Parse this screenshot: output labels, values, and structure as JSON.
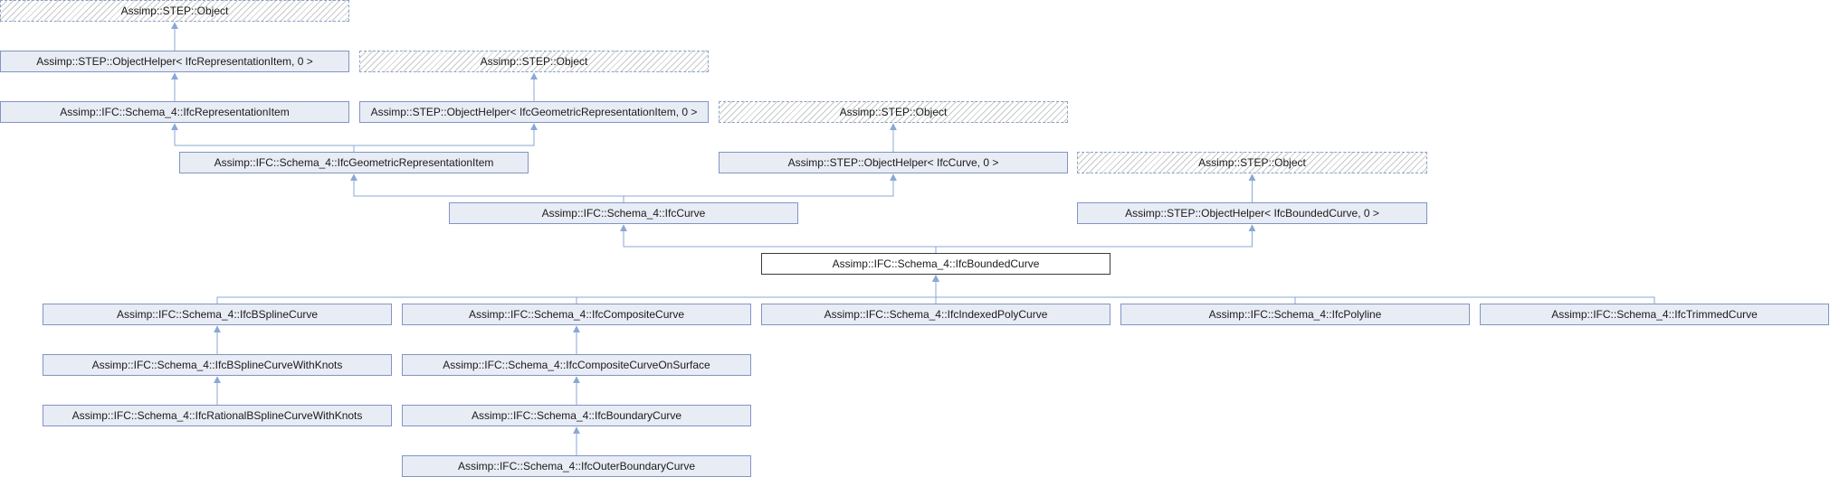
{
  "diagram": {
    "nodes": [
      {
        "id": "obj1",
        "label": "Assimp::STEP::Object",
        "kind": "external"
      },
      {
        "id": "ohRep",
        "label": "Assimp::STEP::ObjectHelper< IfcRepresentationItem, 0 >",
        "kind": "normal"
      },
      {
        "id": "obj2",
        "label": "Assimp::STEP::Object",
        "kind": "external"
      },
      {
        "id": "repItem",
        "label": "Assimp::IFC::Schema_4::IfcRepresentationItem",
        "kind": "normal"
      },
      {
        "id": "ohGeo",
        "label": "Assimp::STEP::ObjectHelper< IfcGeometricRepresentationItem, 0 >",
        "kind": "normal"
      },
      {
        "id": "obj3",
        "label": "Assimp::STEP::Object",
        "kind": "external"
      },
      {
        "id": "geoItem",
        "label": "Assimp::IFC::Schema_4::IfcGeometricRepresentationItem",
        "kind": "normal"
      },
      {
        "id": "ohCurve",
        "label": "Assimp::STEP::ObjectHelper< IfcCurve, 0 >",
        "kind": "normal"
      },
      {
        "id": "obj4",
        "label": "Assimp::STEP::Object",
        "kind": "external"
      },
      {
        "id": "curve",
        "label": "Assimp::IFC::Schema_4::IfcCurve",
        "kind": "normal"
      },
      {
        "id": "ohBounded",
        "label": "Assimp::STEP::ObjectHelper< IfcBoundedCurve, 0 >",
        "kind": "normal"
      },
      {
        "id": "bounded",
        "label": "Assimp::IFC::Schema_4::IfcBoundedCurve",
        "kind": "current"
      },
      {
        "id": "bspline",
        "label": "Assimp::IFC::Schema_4::IfcBSplineCurve",
        "kind": "normal"
      },
      {
        "id": "composite",
        "label": "Assimp::IFC::Schema_4::IfcCompositeCurve",
        "kind": "normal"
      },
      {
        "id": "indexed",
        "label": "Assimp::IFC::Schema_4::IfcIndexedPolyCurve",
        "kind": "normal"
      },
      {
        "id": "polyline",
        "label": "Assimp::IFC::Schema_4::IfcPolyline",
        "kind": "normal"
      },
      {
        "id": "trimmed",
        "label": "Assimp::IFC::Schema_4::IfcTrimmedCurve",
        "kind": "normal"
      },
      {
        "id": "bsplineKnots",
        "label": "Assimp::IFC::Schema_4::IfcBSplineCurveWithKnots",
        "kind": "normal"
      },
      {
        "id": "compositeSurface",
        "label": "Assimp::IFC::Schema_4::IfcCompositeCurveOnSurface",
        "kind": "normal"
      },
      {
        "id": "rational",
        "label": "Assimp::IFC::Schema_4::IfcRationalBSplineCurveWithKnots",
        "kind": "normal"
      },
      {
        "id": "boundary",
        "label": "Assimp::IFC::Schema_4::IfcBoundaryCurve",
        "kind": "normal"
      },
      {
        "id": "outer",
        "label": "Assimp::IFC::Schema_4::IfcOuterBoundaryCurve",
        "kind": "normal"
      }
    ],
    "edges": [
      {
        "from": "ohRep",
        "to": "obj1"
      },
      {
        "from": "repItem",
        "to": "ohRep"
      },
      {
        "from": "ohGeo",
        "to": "obj2"
      },
      {
        "from": "geoItem",
        "to": "repItem"
      },
      {
        "from": "geoItem",
        "to": "ohGeo"
      },
      {
        "from": "ohCurve",
        "to": "obj3"
      },
      {
        "from": "curve",
        "to": "geoItem"
      },
      {
        "from": "curve",
        "to": "ohCurve"
      },
      {
        "from": "ohBounded",
        "to": "obj4"
      },
      {
        "from": "bounded",
        "to": "curve"
      },
      {
        "from": "bounded",
        "to": "ohBounded"
      },
      {
        "from": "bspline",
        "to": "bounded"
      },
      {
        "from": "composite",
        "to": "bounded"
      },
      {
        "from": "indexed",
        "to": "bounded"
      },
      {
        "from": "polyline",
        "to": "bounded"
      },
      {
        "from": "trimmed",
        "to": "bounded"
      },
      {
        "from": "bsplineKnots",
        "to": "bspline"
      },
      {
        "from": "rational",
        "to": "bsplineKnots"
      },
      {
        "from": "compositeSurface",
        "to": "composite"
      },
      {
        "from": "boundary",
        "to": "compositeSurface"
      },
      {
        "from": "outer",
        "to": "boundary"
      }
    ],
    "colors": {
      "edge": "#8aa8d6",
      "node_fill": "#e8ecf5",
      "node_border": "#8294c6",
      "current_border": "#3a3a3a",
      "external_border": "#8ca0c8"
    }
  }
}
